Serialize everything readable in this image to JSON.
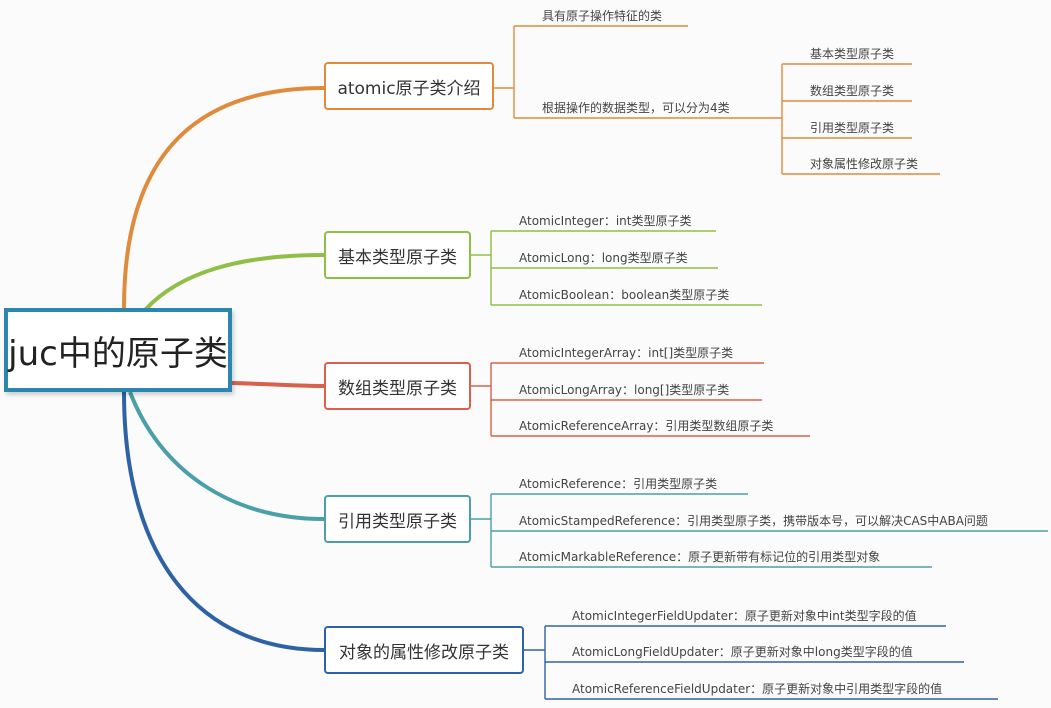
{
  "root": {
    "label": "juc中的原子类"
  },
  "branches": [
    {
      "label": "atomic原子类介绍",
      "color": "#e08a3c",
      "items": [
        {
          "label": "具有原子操作特征的类"
        },
        {
          "label": "根据操作的数据类型，可以分为4类",
          "children": [
            {
              "label": "基本类型原子类"
            },
            {
              "label": "数组类型原子类"
            },
            {
              "label": "引用类型原子类"
            },
            {
              "label": "对象属性修改原子类"
            }
          ]
        }
      ]
    },
    {
      "label": "基本类型原子类",
      "color": "#8fbf45",
      "items": [
        {
          "label": "AtomicInteger：int类型原子类"
        },
        {
          "label": "AtomicLong：long类型原子类"
        },
        {
          "label": "AtomicBoolean：boolean类型原子类"
        }
      ]
    },
    {
      "label": "数组类型原子类",
      "color": "#d9604a",
      "items": [
        {
          "label": "AtomicIntegerArray：int[]类型原子类"
        },
        {
          "label": "AtomicLongArray：long[]类型原子类"
        },
        {
          "label": "AtomicReferenceArray：引用类型数组原子类"
        }
      ]
    },
    {
      "label": "引用类型原子类",
      "color": "#4a9fa8",
      "items": [
        {
          "label": "AtomicReference：引用类型原子类"
        },
        {
          "label": "AtomicStampedReference：引用类型原子类，携带版本号，可以解决CAS中ABA问题"
        },
        {
          "label": "AtomicMarkableReference：原子更新带有标记位的引用类型对象"
        }
      ]
    },
    {
      "label": "对象的属性修改原子类",
      "color": "#2d63a6",
      "items": [
        {
          "label": "AtomicIntegerFieldUpdater：原子更新对象中int类型字段的值"
        },
        {
          "label": "AtomicLongFieldUpdater：原子更新对象中long类型字段的值"
        },
        {
          "label": "AtomicReferenceFieldUpdater：原子更新对象中引用类型字段的值"
        }
      ]
    }
  ]
}
